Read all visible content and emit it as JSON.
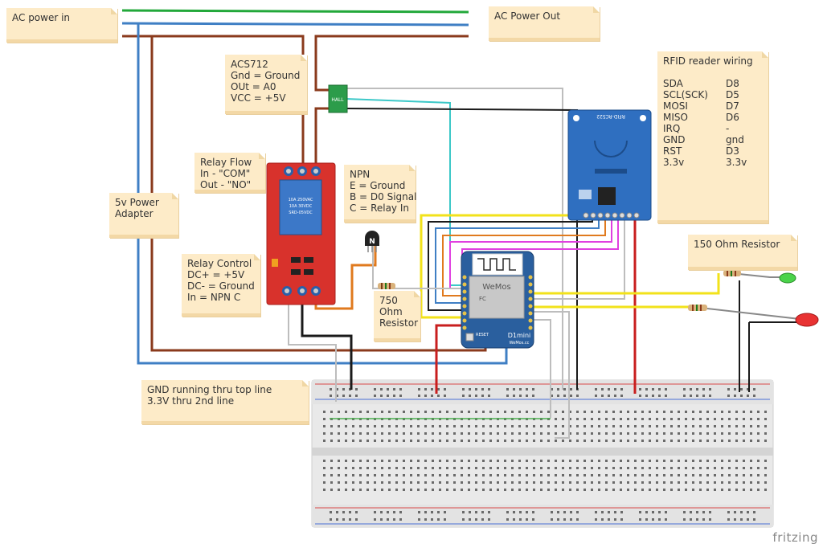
{
  "notes": {
    "ac_in": "AC power in",
    "ac_out": "AC Power Out",
    "acs712": [
      "ACS712",
      "Gnd = Ground",
      "OUt = A0",
      "VCC = +5V"
    ],
    "rfid_title": "RFID reader wiring",
    "rfid_rows": [
      {
        "k": "SDA",
        "v": "D8"
      },
      {
        "k": "SCL(SCK)",
        "v": "D5"
      },
      {
        "k": "MOSI",
        "v": "D7"
      },
      {
        "k": "MISO",
        "v": "D6"
      },
      {
        "k": "IRQ",
        "v": "-"
      },
      {
        "k": "GND",
        "v": "gnd"
      },
      {
        "k": "RST",
        "v": "D3"
      },
      {
        "k": "3.3v",
        "v": "3.3v"
      }
    ],
    "relay_flow": [
      "Relay Flow",
      "In - \"COM\"",
      "Out - \"NO\""
    ],
    "npn": [
      "NPN",
      "E = Ground",
      "B = D0 Signal",
      "C = Relay In"
    ],
    "power_adapter": [
      "5v Power",
      "Adapter"
    ],
    "relay_control": [
      "Relay Control",
      "DC+ = +5V",
      "DC- = Ground",
      "In = NPN C"
    ],
    "resistor_750": [
      "750",
      "Ohm",
      "Resistor"
    ],
    "resistor_150": "150 Ohm Resistor",
    "breadboard_note": [
      "GND running thru top line",
      "3.3V thru 2nd line"
    ]
  },
  "components": {
    "sensor_label": "HALL",
    "rfid_board_label": "RFID-RC522",
    "transistor_label": "N",
    "relay_text": [
      "10A 250VAC",
      "10A 30VDC",
      "SRD-05VDC"
    ],
    "mcu_brand": "WeMos",
    "mcu_model": "D1mini",
    "mcu_site": "WeMos.cc",
    "mcu_reset": "RESET",
    "mcu_fcc": "FC"
  },
  "colors": {
    "green_wire": "#22a83a",
    "blue_wire": "#3f7fc4",
    "brown_wire": "#8a3a1c",
    "black_wire": "#1a1a1a",
    "yellow_wire": "#f2e21a",
    "magenta_wire": "#e040e0",
    "cyan_wire": "#3cc8c8",
    "red_wire": "#c81e1e",
    "orange_wire": "#e07a1e",
    "gray_wire": "#bdbdbd",
    "relay_board": "#d8322c",
    "rfid_board": "#2f6fc0",
    "mcu_board": "#2a5f9e"
  },
  "branding": "fritzing"
}
